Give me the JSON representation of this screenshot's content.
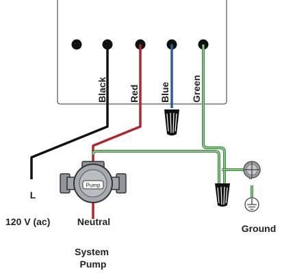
{
  "terminal_labels": [
    "Black",
    "Red",
    "Blue",
    "Green"
  ],
  "wire_colors": {
    "black": "#111111",
    "red": "#b0262b",
    "blue": "#2b5e9e",
    "green": "#3a8b3a"
  },
  "labels": {
    "line": "L",
    "voltage": "120 V (ac)",
    "neutral": "Neutral",
    "system_pump": "System\nPump",
    "ground": "Ground",
    "pump_badge": "Pump"
  },
  "icons": [
    "wire-nut-icon",
    "pump-icon",
    "junction-box-icon",
    "ground-symbol-icon"
  ]
}
